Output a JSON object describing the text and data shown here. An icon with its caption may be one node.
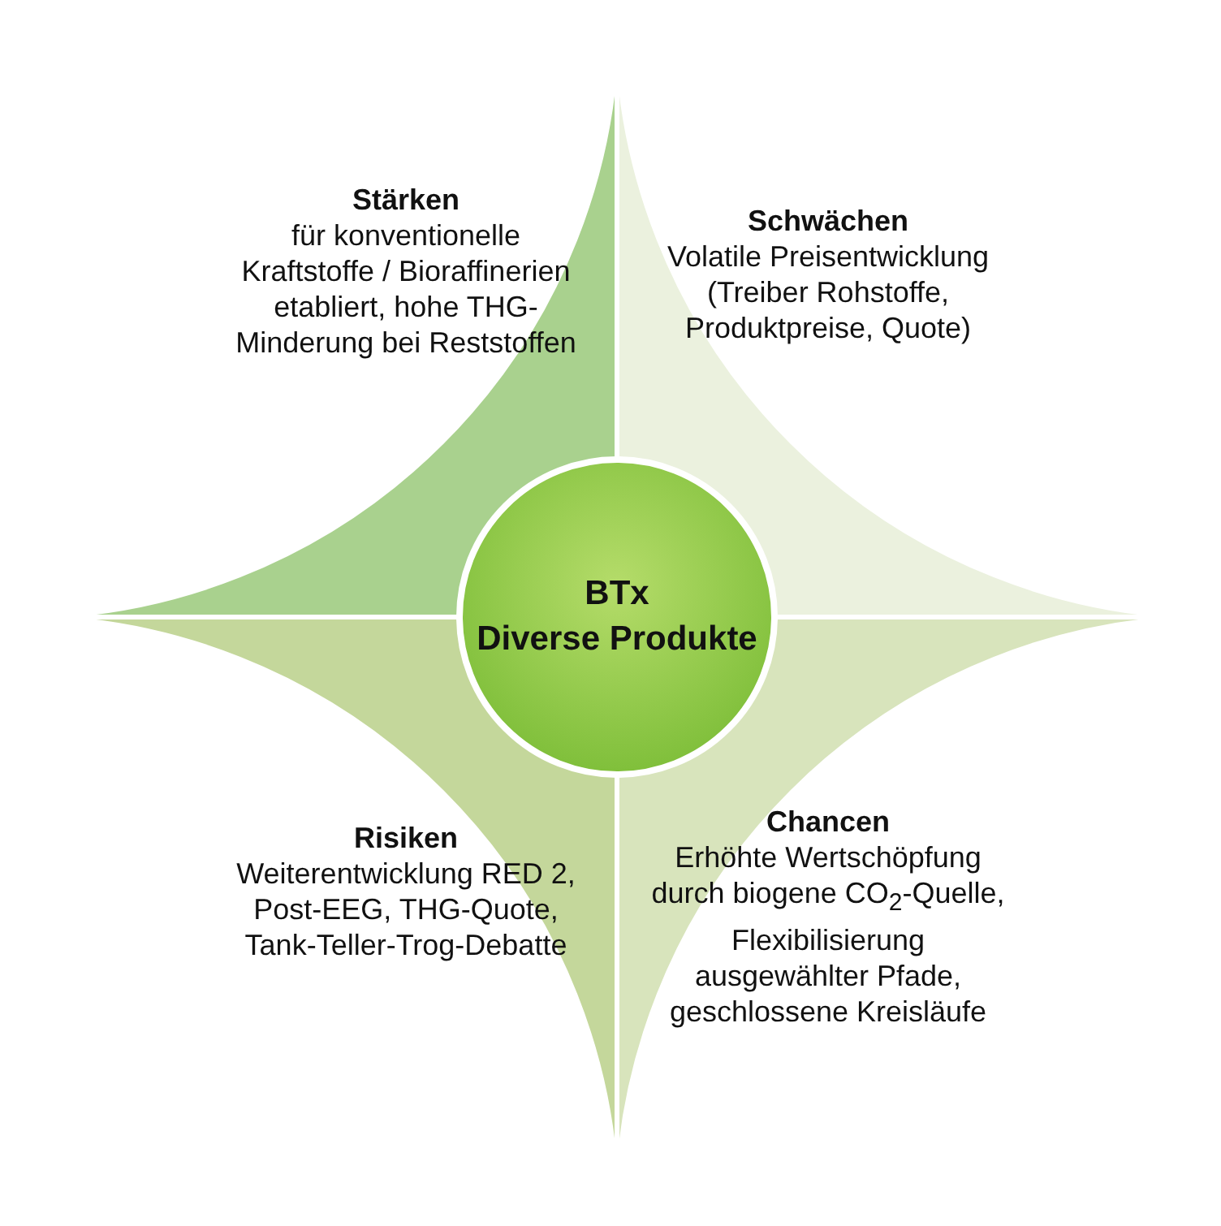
{
  "diagram": {
    "nodes": [
      {
        "text": [
          "Stärken",
          "für konventionelle Kraftstoffe / Bioraffinerien etabliert, hohe THG-Minderung bei Reststoffen"
        ]
      },
      {
        "text": [
          "Schwächen",
          "Volatile Preisentwicklung (Treiber Rohstoffe, Produktpreise, Quote)"
        ]
      },
      {
        "text": [
          "Risiken",
          "Weiterentwicklung RED 2, Post-EEG, THG-Quote, Tank-Teller-Trog-Debatte"
        ]
      },
      {
        "text": [
          "Chancen",
          "Erhöhte Wertschöpfung durch biogene CO$_{2}$-Quelle, Flexibilisierung ausgewählter Pfade, geschlossene Kreisläufe"
        ]
      },
      {
        "text": [
          "BTx",
          "Diverse Produkte"
        ]
      }
    ]
  }
}
